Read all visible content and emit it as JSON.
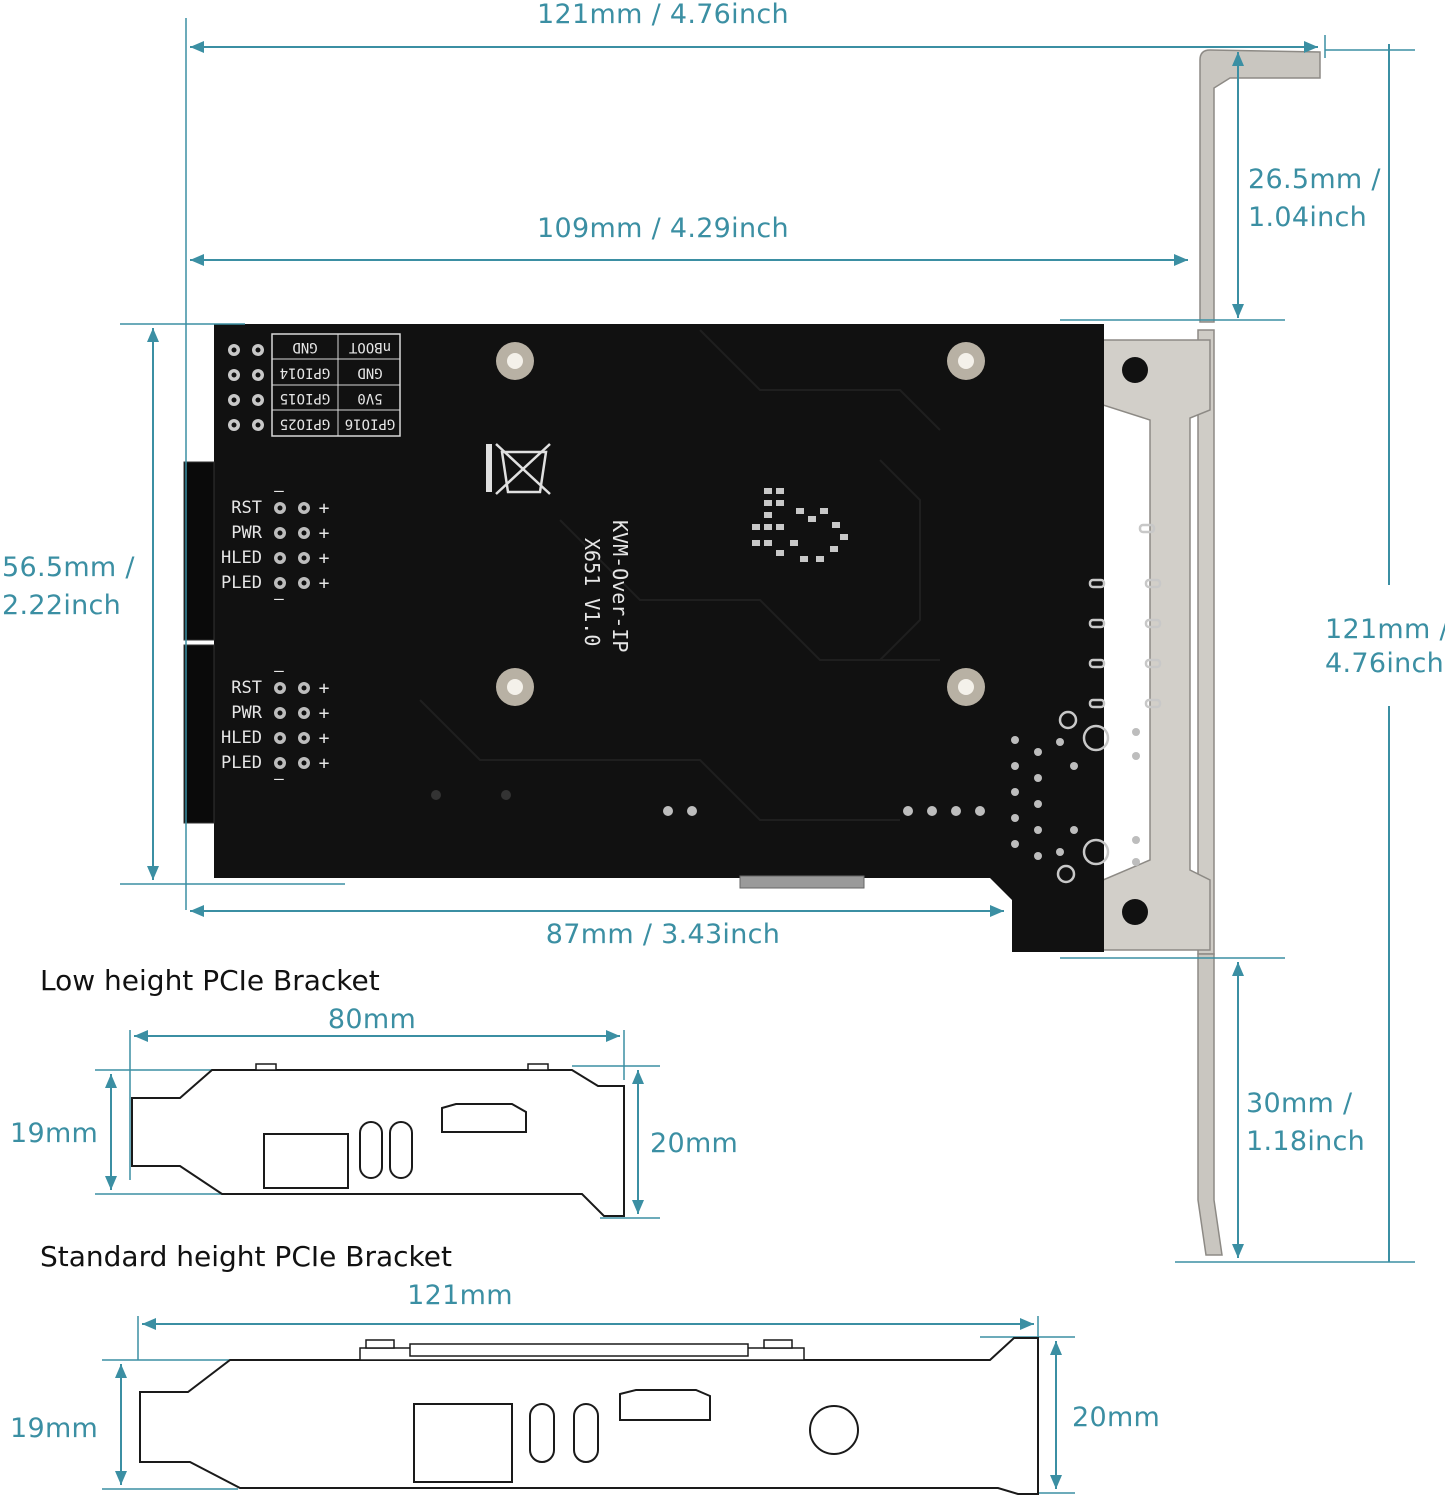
{
  "dimensions": {
    "total_width": "121mm / 4.76inch",
    "board_length": "109mm / 4.29inch",
    "top_height_line1": "26.5mm /",
    "top_height_line2": "1.04inch",
    "board_height_line1": "56.5mm /",
    "board_height_line2": "2.22inch",
    "bracket_height_line1": "121mm /",
    "bracket_height_line2": "4.76inch",
    "bottom_length": "87mm / 3.43inch",
    "tail_height_line1": "30mm /",
    "tail_height_line2": "1.18inch"
  },
  "low_profile": {
    "heading": "Low height PCIe Bracket",
    "width": "80mm",
    "left_height": "19mm",
    "right_height": "20mm"
  },
  "standard": {
    "heading": "Standard height PCIe  Bracket",
    "width": "121mm",
    "left_height": "19mm",
    "right_height": "20mm"
  },
  "pcb": {
    "title": "KVM-Over-IP",
    "model": "X651 V1.0",
    "header_table": [
      [
        "nBOOT",
        "GND"
      ],
      [
        "GND",
        "GPIO14"
      ],
      [
        "5V0",
        "GPIO15"
      ],
      [
        "GPIO16",
        "GPIO25"
      ]
    ],
    "panel_labels": [
      "RST",
      "PWR",
      "HLED",
      "PLED"
    ],
    "minus": "–",
    "plus": "+"
  },
  "colors": {
    "dimension": "#3b8fa3",
    "pcb": "#111111",
    "bracket_metal": "#c9c6c0"
  }
}
